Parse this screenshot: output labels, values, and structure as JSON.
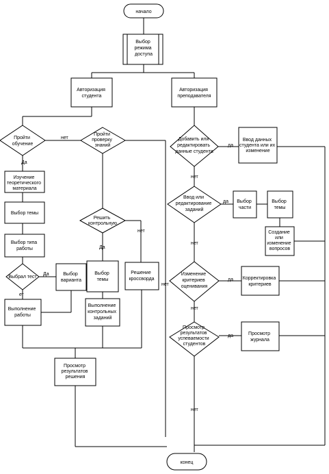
{
  "flowchart": {
    "start": "начало",
    "end": "конец",
    "mode_select": [
      "Выбор",
      "режима",
      "доступа"
    ],
    "student_auth": [
      "Авторизация",
      "студента"
    ],
    "teacher_auth": [
      "Авторизация",
      "преподавателя"
    ],
    "student": {
      "q_learning": [
        "Пройти",
        "обучение"
      ],
      "q_check": [
        "Пройти",
        "проверку",
        "знаний"
      ],
      "study_theory": [
        "Изучение",
        "теоретического",
        "материала"
      ],
      "topic_select": [
        "Выбор темы"
      ],
      "work_type_select": [
        "Выбор типа",
        "работы"
      ],
      "q_test": [
        "Выбрал тест"
      ],
      "variant_select": [
        "Выбор",
        "варианта"
      ],
      "do_work": [
        "Выполнение",
        "работы"
      ],
      "q_control": [
        "Решить",
        "контрольную"
      ],
      "topic_select2": [
        "Выбор",
        "темы"
      ],
      "do_control": [
        "Выполнение",
        "контрольных",
        "заданий"
      ],
      "crossword": [
        "Решение",
        "кроссворда"
      ],
      "view_results": [
        "Просмотр",
        "результатов",
        "решения"
      ]
    },
    "teacher": {
      "q_add_student": [
        "Добавить или",
        "редактировать",
        "данные студента"
      ],
      "enter_student": [
        "Ввод данных",
        "студента или их",
        "изменение"
      ],
      "q_tasks": [
        "Ввод или",
        "редактирование",
        "заданий"
      ],
      "part_select": [
        "Выбор",
        "части"
      ],
      "topic_select": [
        "Выбор",
        "темы"
      ],
      "create_questions": [
        "Создание",
        "или",
        "изменение",
        "вопросов"
      ],
      "q_criteria": [
        "Изменение",
        "критериев",
        "оценивания"
      ],
      "adjust_criteria": [
        "Корректировка",
        "критериев"
      ],
      "q_progress": [
        "Просмотр",
        "результатов",
        "успеваемости",
        "студентов"
      ],
      "view_journal": [
        "Просмотр",
        "журнала"
      ]
    },
    "edge_labels": {
      "yes": "Да",
      "yes_lower": "да",
      "no_test": "ет",
      "no": "нет"
    }
  }
}
